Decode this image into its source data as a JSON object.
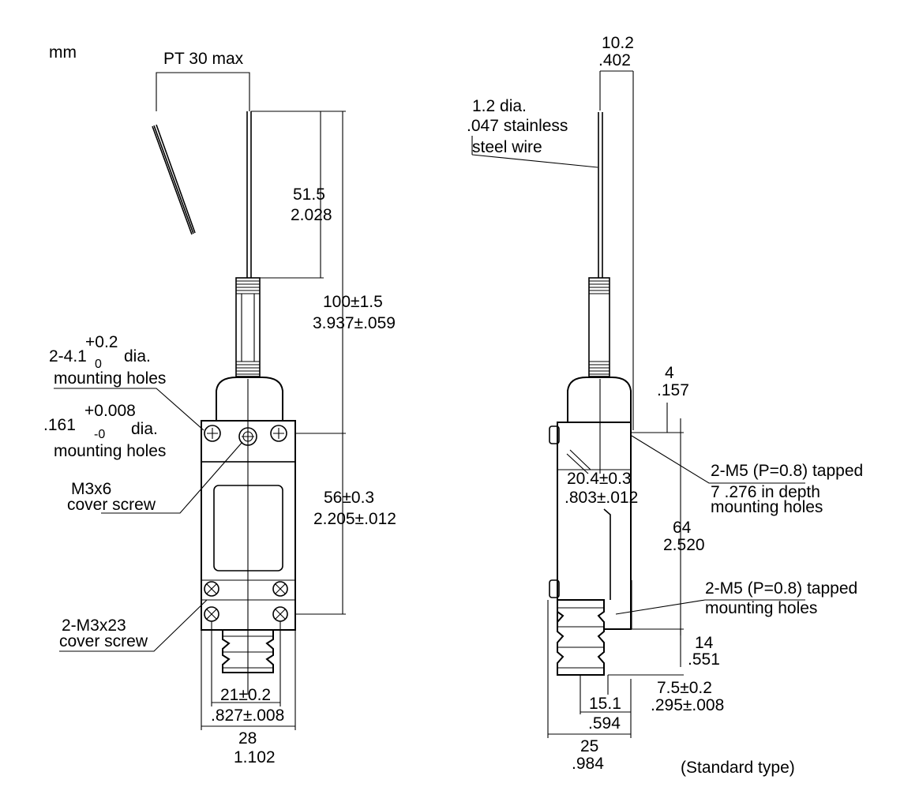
{
  "unit_label": "mm",
  "footer_note": "(Standard type)",
  "front_view": {
    "pretravel": "PT 30 max",
    "rod_len_mm": "51.5",
    "rod_len_in": "2.028",
    "total_len_mm": "100±1.5",
    "total_len_in": "3.937±.059",
    "mount_hole_prefix": "2-4.1",
    "mount_hole_tol_up": "+0.2",
    "mount_hole_tol_down": "0",
    "mount_hole_suffix": "dia.",
    "mount_hole_line2": "mounting holes",
    "mount_hole_in_prefix": ".161",
    "mount_hole_in_tol_up": "+0.008",
    "mount_hole_in_tol_down": "-0",
    "mount_hole_in_suffix": "dia.",
    "mount_hole_in_line2": "mounting holes",
    "cover_screw_1": "M3x6",
    "cover_screw_1b": "cover screw",
    "pitch_mm": "56±0.3",
    "pitch_in": "2.205±.012",
    "cover_screw_2": "2-M3x23",
    "cover_screw_2b": "cover screw",
    "hole_spacing_mm": "21±0.2",
    "hole_spacing_in": ".827±.008",
    "width_mm": "28",
    "width_in": "1.102"
  },
  "side_view": {
    "head_w_mm": "10.2",
    "head_w_in": ".402",
    "wire_1": "1.2 dia.",
    "wire_2": ".047 stainless",
    "wire_3": "steel wire",
    "offset_mm": "4",
    "offset_in": ".157",
    "tapped_top_1": "2-M5 (P=0.8) tapped",
    "tapped_top_2": "7 .276 in depth",
    "tapped_top_3": "mounting holes",
    "mid_mm": "20.4±0.3",
    "mid_in": ".803±.012",
    "height_mm": "64",
    "height_in": "2.520",
    "tapped_bot_1": "2-M5 (P=0.8) tapped",
    "tapped_bot_2": "mounting holes",
    "bottom_mm": "14",
    "bottom_in": ".551",
    "depth_mm": "7.5±0.2",
    "depth_in": ".295±.008",
    "base_mm": "15.1",
    "base_in": ".594",
    "total_w_mm": "25",
    "total_w_in": ".984"
  }
}
